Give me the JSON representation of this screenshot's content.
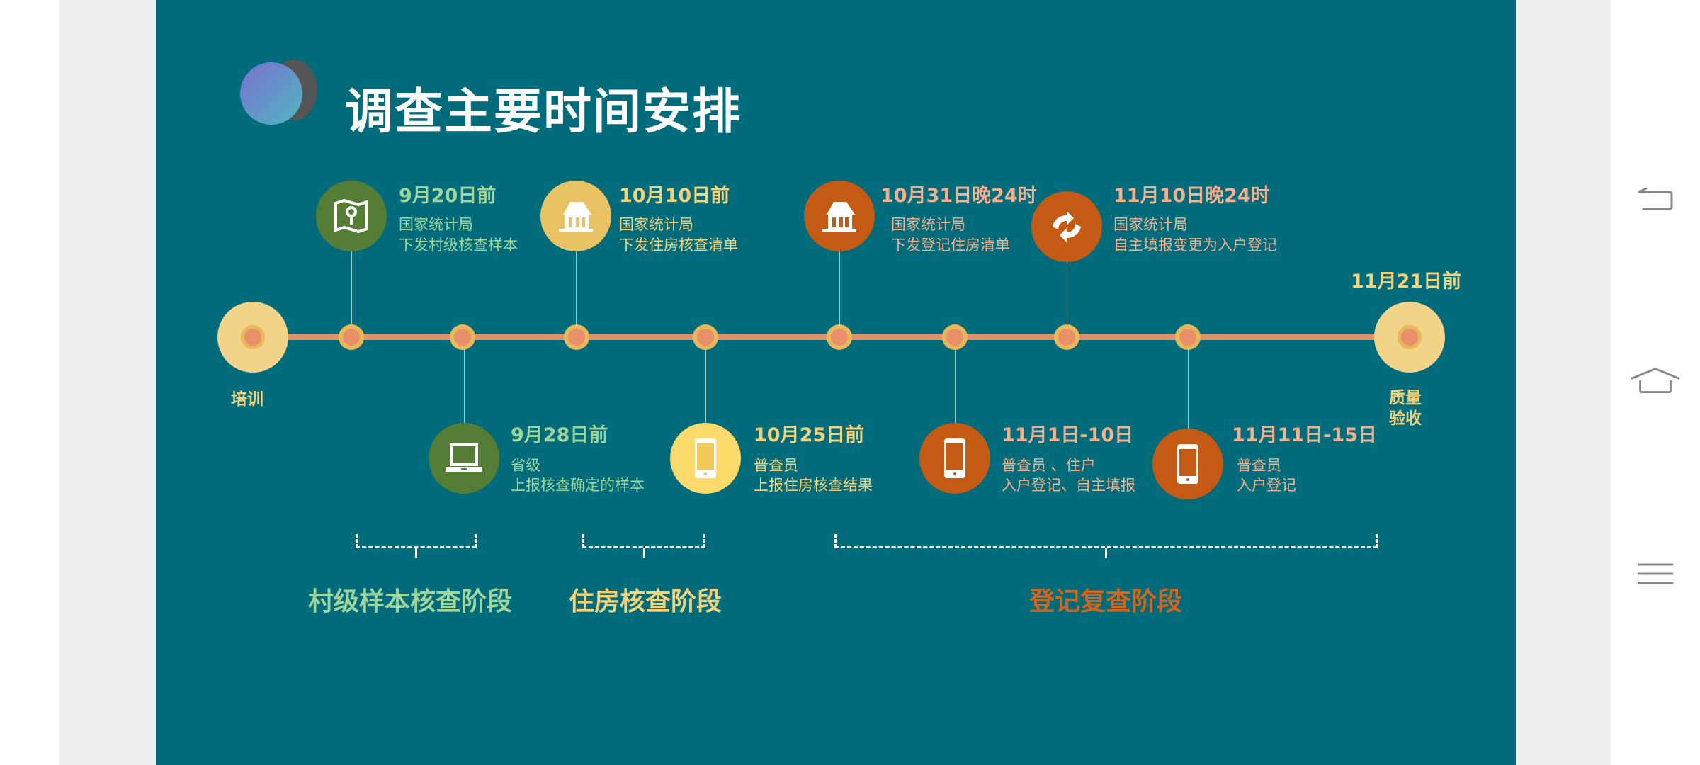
{
  "title": "调查主要时间安排",
  "start_label": "培训",
  "end_date": "11月21日前",
  "end_label_1": "质量",
  "end_label_2": "验收",
  "colors": {
    "slide_bg": "#006B7A",
    "green": "#567D35",
    "yellow": "#E9C263",
    "orange": "#C45A14",
    "line": "#E0936A"
  },
  "top_events": [
    {
      "date": "9月20日前",
      "line1": "国家统计局",
      "line2": "下发村级核查样本",
      "icon": "map-icon"
    },
    {
      "date": "10月10日前",
      "line1": "国家统计局",
      "line2": "下发住房核查清单",
      "icon": "house-icon"
    },
    {
      "date": "10月31日晚24时",
      "line1": "国家统计局",
      "line2": "下发登记住房清单",
      "icon": "house-icon"
    },
    {
      "date": "11月10日晚24时",
      "line1": "国家统计局",
      "line2": "自主填报变更为入户登记",
      "icon": "refresh-icon"
    }
  ],
  "bottom_events": [
    {
      "date": "9月28日前",
      "line1": "省级",
      "line2": "上报核查确定的样本",
      "icon": "laptop-icon"
    },
    {
      "date": "10月25日前",
      "line1": "普查员",
      "line2": "上报住房核查结果",
      "icon": "phone-icon"
    },
    {
      "date": "11月1日-10日",
      "line1": "普查员 、住户",
      "line2": "入户登记、自主填报",
      "icon": "phone-icon"
    },
    {
      "date": "11月11日-15日",
      "line1": "普查员",
      "line2": "入户登记",
      "icon": "phone-icon"
    }
  ],
  "phases": [
    "村级样本核查阶段",
    "住房核查阶段",
    "登记复查阶段"
  ]
}
